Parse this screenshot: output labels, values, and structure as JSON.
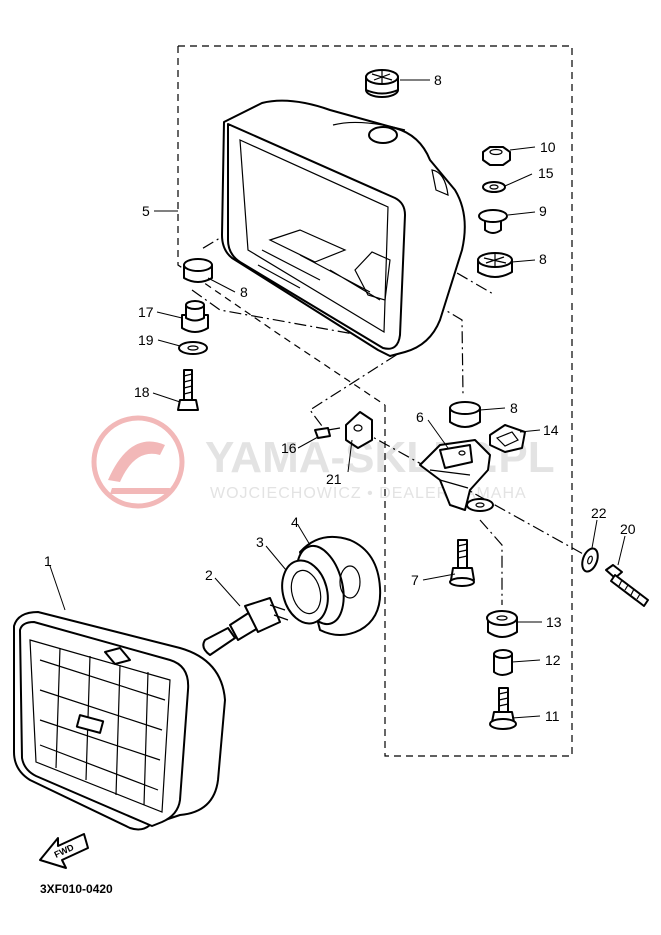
{
  "watermark": {
    "title": "YAMA-SKLEP.PL",
    "subtitle": "WOJCIECHOWICZ • DEALER YAMAHA",
    "logo_color": "#f2b8b8"
  },
  "diagram_code": "3XF010-0420",
  "find_badge": "FWD",
  "callouts": {
    "c1": "1",
    "c2": "2",
    "c3": "3",
    "c4": "4",
    "c5": "5",
    "c6": "6",
    "c7": "7",
    "c8a": "8",
    "c8b": "8",
    "c8c": "8",
    "c8d": "8",
    "c9": "9",
    "c10": "10",
    "c11": "11",
    "c12": "12",
    "c13": "13",
    "c14": "14",
    "c15": "15",
    "c16": "16",
    "c17": "17",
    "c18": "18",
    "c19": "19",
    "c20": "20",
    "c21": "21",
    "c22": "22"
  }
}
